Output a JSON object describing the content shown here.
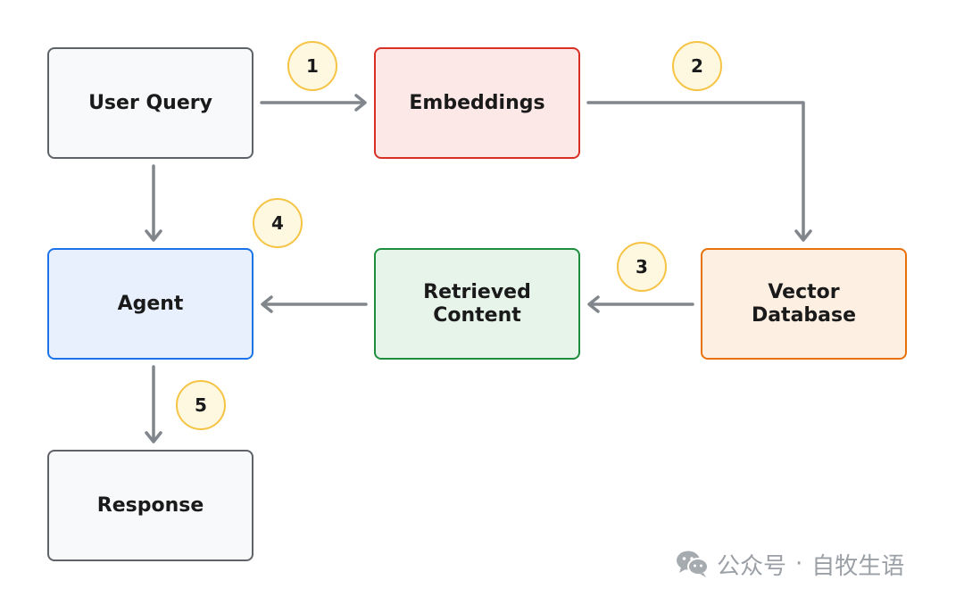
{
  "diagram": {
    "nodes": [
      {
        "id": "user_query",
        "label": "User Query",
        "fill": "#f8f9fa",
        "stroke": "#5f6368"
      },
      {
        "id": "embeddings",
        "label": "Embeddings",
        "fill": "#fce8e6",
        "stroke": "#d93025"
      },
      {
        "id": "agent",
        "label": "Agent",
        "fill": "#e8f0fe",
        "stroke": "#1a73e8"
      },
      {
        "id": "retrieved_content",
        "label": "Retrieved\nContent",
        "fill": "#e6f4ea",
        "stroke": "#1e8e3e"
      },
      {
        "id": "vector_database",
        "label": "Vector\nDatabase",
        "fill": "#feefe3",
        "stroke": "#e8710a"
      },
      {
        "id": "response",
        "label": "Response",
        "fill": "#f8f9fa",
        "stroke": "#5f6368"
      }
    ],
    "edges": [
      {
        "from": "user_query",
        "to": "embeddings"
      },
      {
        "from": "embeddings",
        "to": "vector_database"
      },
      {
        "from": "vector_database",
        "to": "retrieved_content"
      },
      {
        "from": "retrieved_content",
        "to": "agent"
      },
      {
        "from": "user_query",
        "to": "agent"
      },
      {
        "from": "agent",
        "to": "response"
      }
    ],
    "steps": [
      "1",
      "2",
      "3",
      "4",
      "5"
    ],
    "edge_color": "#80868b",
    "badge_fill": "#fef8e1",
    "badge_stroke": "#f6c445"
  },
  "watermark": {
    "icon": "wechat-icon",
    "account": "公众号",
    "separator": "·",
    "name": "自牧生语"
  }
}
